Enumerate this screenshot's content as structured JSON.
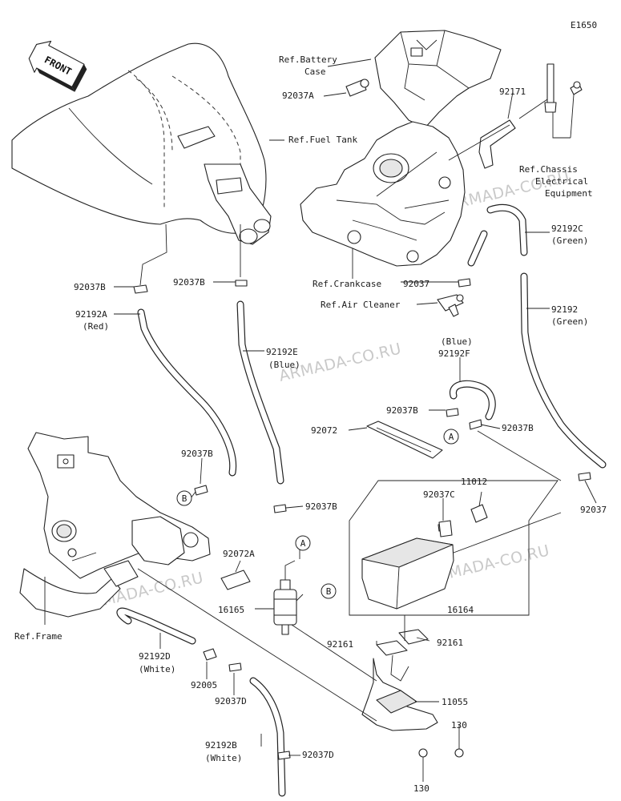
{
  "diagram_code": "E1650",
  "front_badge": "FRONT",
  "watermark": "ARMADA-CO.RU",
  "refs": {
    "battery_case": [
      "Ref.Battery",
      "Case"
    ],
    "fuel_tank": "Ref.Fuel Tank",
    "chassis": [
      "Ref.Chassis",
      "Electrical",
      "Equipment"
    ],
    "crankcase": "Ref.Crankcase",
    "air_cleaner": "Ref.Air Cleaner",
    "frame": "Ref.Frame"
  },
  "parts": {
    "p92037A": "92037A",
    "p92171": "92171",
    "p92192C": [
      "92192C",
      "(Green)"
    ],
    "p92037_top": "92037",
    "p92037B_left": "92037B",
    "p92037B_mid": "92037B",
    "p92192A": [
      "92192A",
      "(Red)"
    ],
    "p92192E": [
      "92192E",
      "(Blue)"
    ],
    "p92192": [
      "92192",
      "(Green)"
    ],
    "p92192F": [
      "(Blue)",
      "92192F"
    ],
    "p92037B_f1": "92037B",
    "p92072": "92072",
    "p92037B_f2": "92037B",
    "p92037B_low": "92037B",
    "p92037B_filter": "92037B",
    "p92037_right": "92037",
    "p11012": "11012",
    "p92037C": "92037C",
    "p92072A": "92072A",
    "p16165": "16165",
    "p16164": "16164",
    "p92161_a": "92161",
    "p92161_b": "92161",
    "p92192D": [
      "92192D",
      "(White)"
    ],
    "p92005": "92005",
    "p92037D_a": "92037D",
    "p11055": "11055",
    "p130_a": "130",
    "p92192B": [
      "92192B",
      "(White)"
    ],
    "p92037D_b": "92037D",
    "p130_b": "130"
  },
  "callouts": {
    "A": "A",
    "B": "B"
  }
}
